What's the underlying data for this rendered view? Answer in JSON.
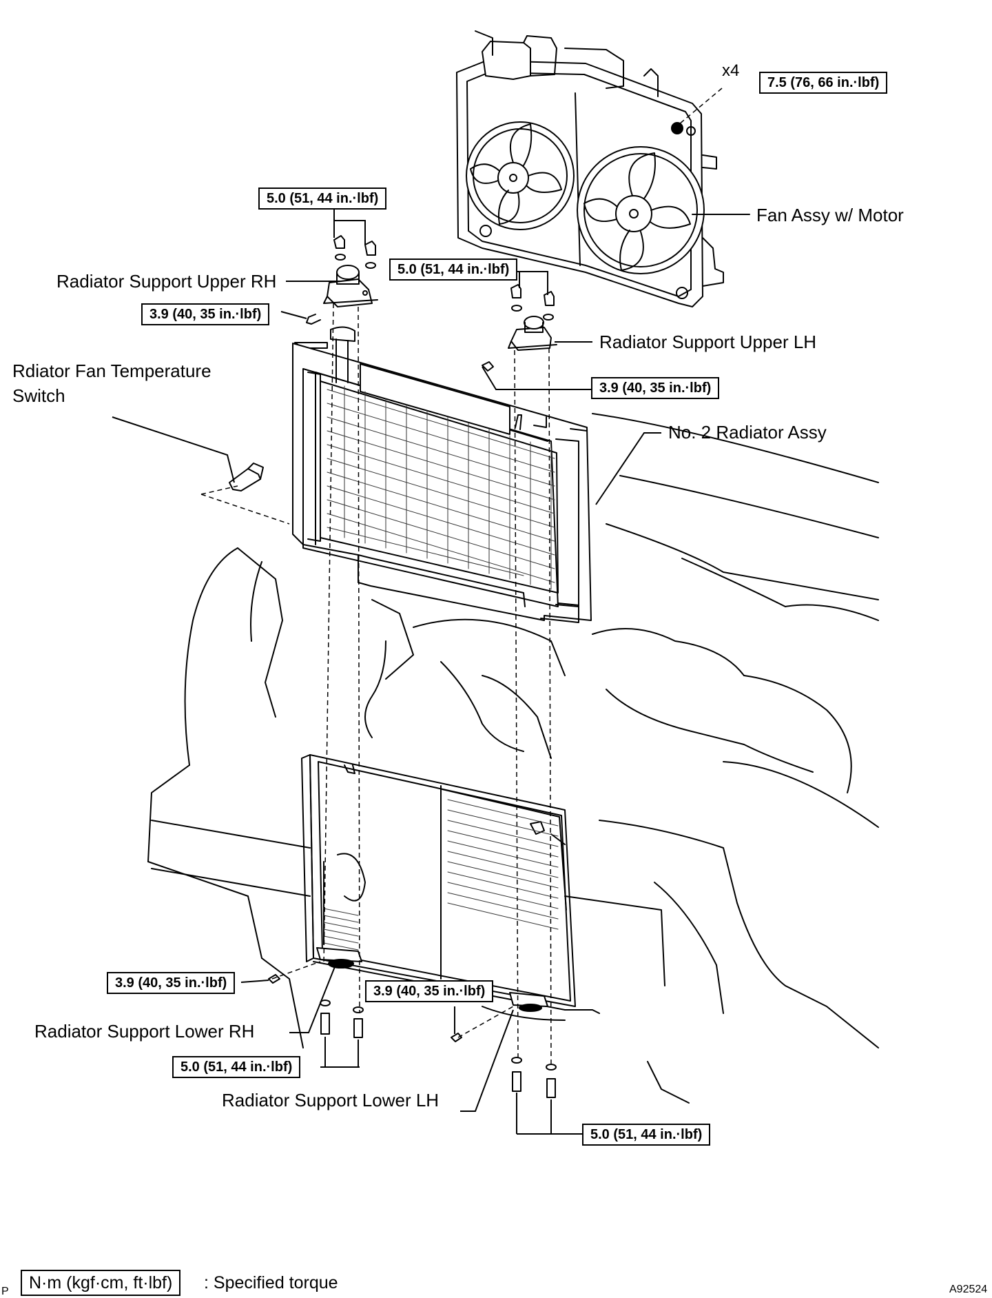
{
  "labels": {
    "fan_assy": "Fan Assy w/ Motor",
    "support_upper_rh": "Radiator Support Upper RH",
    "support_upper_lh": "Radiator Support Upper LH",
    "fan_temp_switch_line1": "Rdiator Fan Temperature",
    "fan_temp_switch_line2": "Switch",
    "no2_radiator": "No. 2 Radiator Assy",
    "support_lower_rh": "Radiator Support Lower RH",
    "support_lower_lh": "Radiator Support Lower LH",
    "x4": "x4"
  },
  "torques": {
    "fan_bolts": "7.5 (76, 66 in.·lbf)",
    "upper_rh_top": "5.0 (51, 44 in.·lbf)",
    "upper_rh_side": "3.9 (40, 35 in.·lbf)",
    "upper_lh_top": "5.0 (51, 44 in.·lbf)",
    "upper_lh_side": "3.9 (40, 35 in.·lbf)",
    "lower_rh_side": "3.9 (40, 35 in.·lbf)",
    "lower_rh_bottom": "5.0 (51, 44 in.·lbf)",
    "lower_lh_side": "3.9 (40, 35 in.·lbf)",
    "lower_lh_bottom": "5.0 (51, 44 in.·lbf)"
  },
  "legend": {
    "unit_box": "N·m (kgf·cm, ft·lbf)",
    "description": ": Specified torque"
  },
  "corner": {
    "left_mark": "P",
    "figure_id": "A92524"
  }
}
